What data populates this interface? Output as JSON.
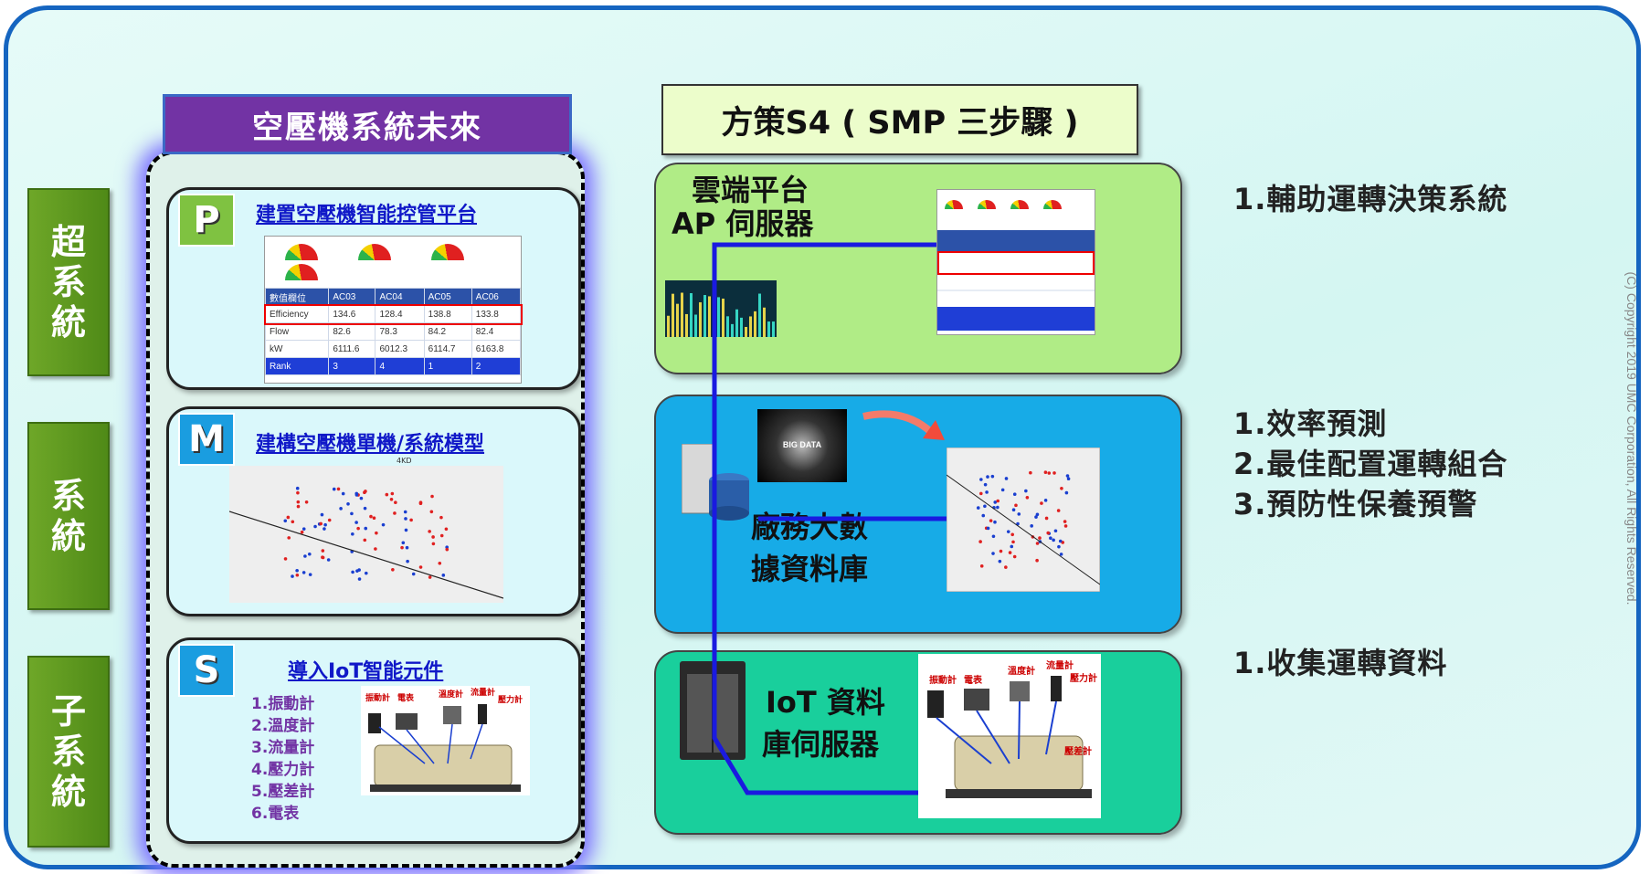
{
  "left_title": "空壓機系統未來",
  "levels": [
    {
      "chars": [
        "超",
        "系",
        "統"
      ]
    },
    {
      "chars": [
        "系",
        "統"
      ]
    },
    {
      "chars": [
        "子",
        "系",
        "統"
      ]
    }
  ],
  "cards": {
    "p": {
      "badge": "P",
      "title": "建置空壓機智能控管平台"
    },
    "m": {
      "badge": "M",
      "title": "建構空壓機單機/系統模型",
      "chart_caption": "4KD"
    },
    "s": {
      "badge": "S",
      "title": "導入IoT智能元件",
      "list": [
        "1.振動計",
        "2.溫度計",
        "3.流量計",
        "4.壓力計",
        "5.壓差計",
        "6.電表"
      ]
    }
  },
  "table": {
    "headers": [
      "數值欄位",
      "AC03",
      "AC04",
      "AC05",
      "AC06"
    ],
    "rows": [
      [
        "Efficiency",
        "134.6",
        "128.4",
        "138.8",
        "133.8"
      ],
      [
        "Flow",
        "82.6",
        "78.3",
        "84.2",
        "82.4"
      ],
      [
        "kW",
        "6111.6",
        "6012.3",
        "6114.7",
        "6163.8"
      ],
      [
        "Rank",
        "3",
        "4",
        "1",
        "2"
      ]
    ]
  },
  "device_labels": [
    "振動計",
    "電表",
    "溫度計",
    "流量計",
    "壓力計",
    "壓差計"
  ],
  "right_title": "方策S4 ( SMP 三步驟 )",
  "cloud": {
    "line1": "雲端平台",
    "line2": "AP 伺服器"
  },
  "db": {
    "line1": "廠務大數",
    "line2": "據資料庫",
    "big_data": "BIG DATA"
  },
  "iot": {
    "line1": "IoT 資料",
    "line2": "庫伺服器"
  },
  "right_notes": {
    "top": [
      "1.輔助運轉決策系統"
    ],
    "mid": [
      "1.效率預測",
      "2.最佳配置運轉組合",
      "3.預防性保養預警"
    ],
    "bottom": [
      "1.收集運轉資料"
    ]
  },
  "copyright": "(C) Copyright 2019 UMC Corporation, All Rights Reserved.",
  "colors": {
    "frame": "#1565c0",
    "top_panel": "#b0ec86",
    "mid_panel": "#17abe7",
    "bottom_panel": "#19cf9c",
    "connector": "#1a1ae0",
    "left_title": "#7233a4",
    "level_label": "#5f9a21"
  }
}
